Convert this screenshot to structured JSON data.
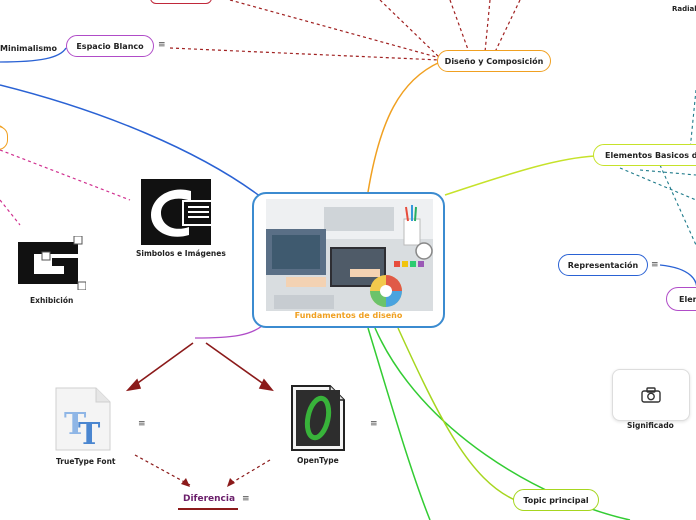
{
  "center": {
    "title": "Fundamentos de diseño"
  },
  "nodes": {
    "minimalismo": "Minimalismo",
    "espacio_blanco": "Espacio Blanco",
    "diseno_composicion": "Diseño y Composición",
    "radial": "Radial",
    "elementos_basicos": "Elementos Basicos del D",
    "representacion": "Representación",
    "elem": "Elem",
    "simbolos": "Simbolos e Imágenes",
    "exhibicion": "Exhibición",
    "truetype": "TrueType Font",
    "opentype": "OpenType",
    "diferencia": "Diferencia",
    "significado": "Significado",
    "topic": "Topic principal"
  },
  "menu_glyph": "≡",
  "colors": {
    "orange": "#f0a021",
    "purple": "#b04cc8",
    "blue": "#2a62d4",
    "green": "#33cc33",
    "lightgreen": "#a6d61f",
    "darkred": "#8b1a1a",
    "teal": "#1e7a8a"
  }
}
